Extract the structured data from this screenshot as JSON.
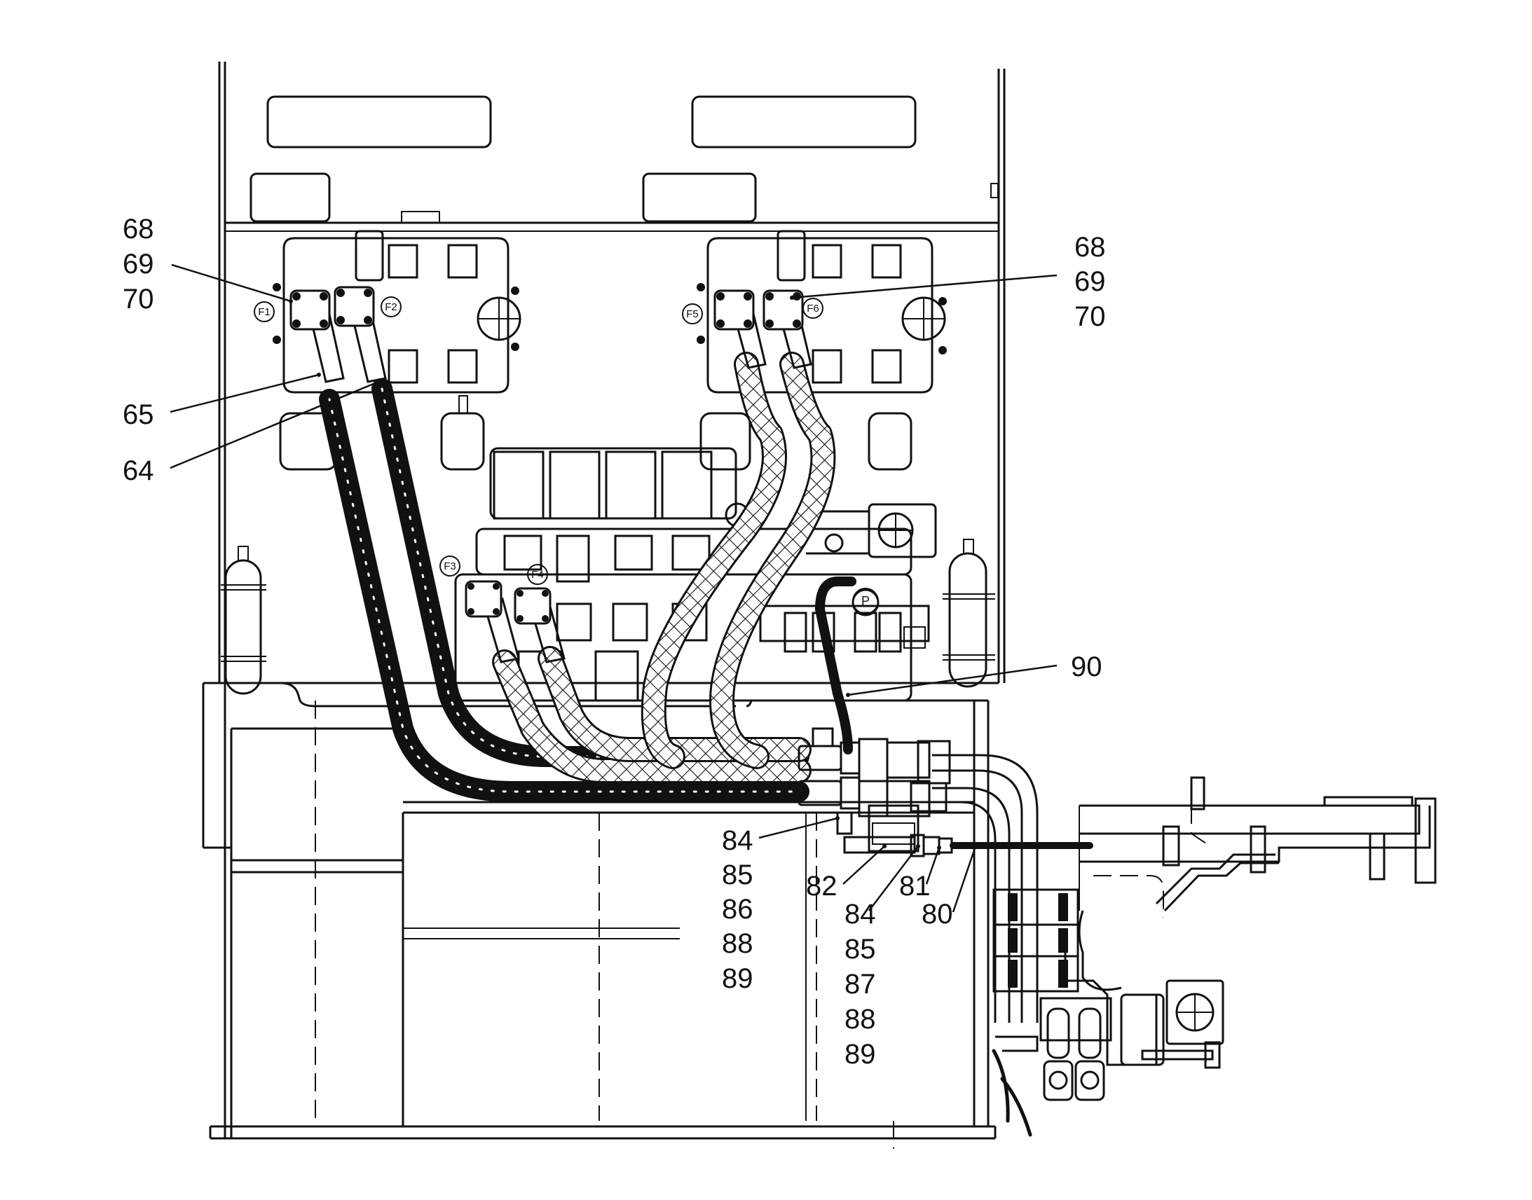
{
  "callouts": {
    "top_left": [
      "68",
      "69",
      "70"
    ],
    "top_right": [
      "68",
      "69",
      "70"
    ],
    "hose_65": "65",
    "hose_64": "64",
    "hose_90": "90",
    "group_84_left": [
      "84",
      "85",
      "86",
      "88",
      "89"
    ],
    "part_82": "82",
    "group_84_right": [
      "84",
      "85",
      "87",
      "88",
      "89"
    ],
    "part_81": "81",
    "part_80": "80"
  },
  "ports": {
    "f1": "F1",
    "f2": "F2",
    "f3": "F3",
    "f4": "F4",
    "f5": "F5",
    "f6": "F6",
    "p": "P"
  },
  "colors": {
    "line": "#111111",
    "background": "#ffffff"
  }
}
